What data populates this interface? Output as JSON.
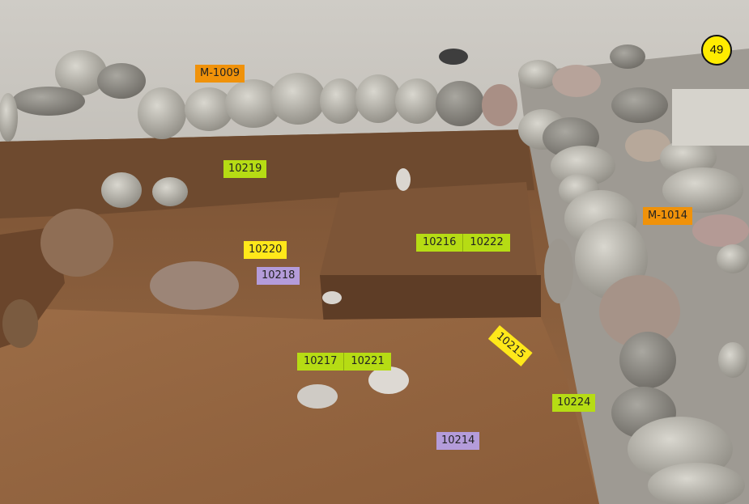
{
  "photo_badge": "49",
  "colors": {
    "label_green": "#b6dc14",
    "label_yellow": "#ffe81a",
    "label_purple": "#b49cda",
    "label_orange": "#f0920a",
    "soil": "#8a5f3c",
    "gravel": "#b8b5ae"
  },
  "labels": {
    "m1009": "M-1009",
    "m1014": "M-1014",
    "l10219": "10219",
    "l10220": "10220",
    "l10218": "10218",
    "l10216": "10216",
    "l10222": "10222",
    "l10215": "10215",
    "l10217": "10217",
    "l10221": "10221",
    "l10224": "10224",
    "l10214": "10214"
  }
}
